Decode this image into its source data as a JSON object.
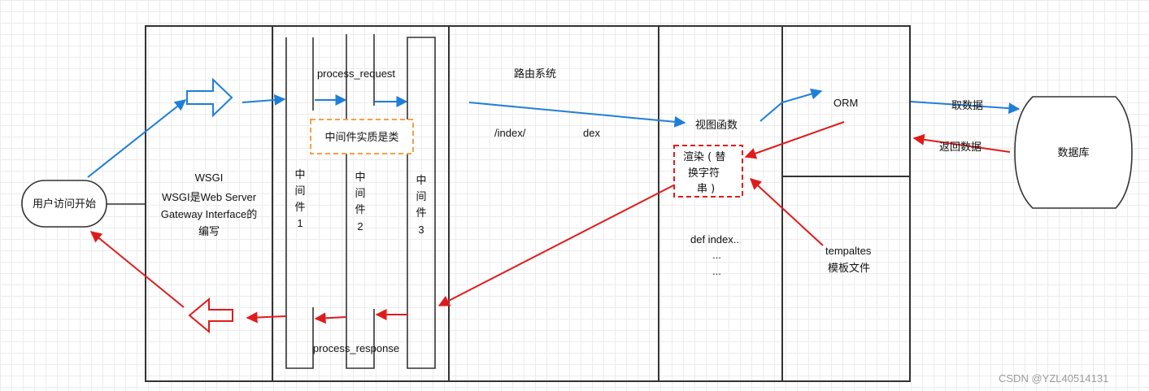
{
  "diagram": {
    "user_start": "用户访问开始",
    "wsgi_title": "WSGI",
    "wsgi_desc_line1": "WSGI是Web Server",
    "wsgi_desc_line2": "Gateway Interface的",
    "wsgi_desc_line3": "编写",
    "process_request": "process_request",
    "process_response": "process_response",
    "middleware_is_class": "中间件实质是类",
    "middleware1": [
      "中",
      "间",
      "件",
      "1"
    ],
    "middleware2": [
      "中",
      "间",
      "件",
      "2"
    ],
    "middleware3": [
      "中",
      "间",
      "件",
      "3"
    ],
    "routing_system": "路由系统",
    "route_path": "/index/",
    "route_target": "dex",
    "view_function": "视图函数",
    "render_line1": "渲染 ( 替",
    "render_line2": "换字符",
    "render_line3": "串 )",
    "def_index": "def index..",
    "dots1": "...",
    "dots2": "...",
    "templates_line1": "tempaltes",
    "templates_line2": "模板文件",
    "orm": "ORM",
    "fetch_data": "取数据",
    "return_data": "返回数据",
    "database": "数据库",
    "watermark": "CSDN @YZL40514131"
  },
  "colors": {
    "request_flow": "#1f7fd8",
    "response_flow": "#e01b1b",
    "middleware_note_border": "#f5a046"
  }
}
